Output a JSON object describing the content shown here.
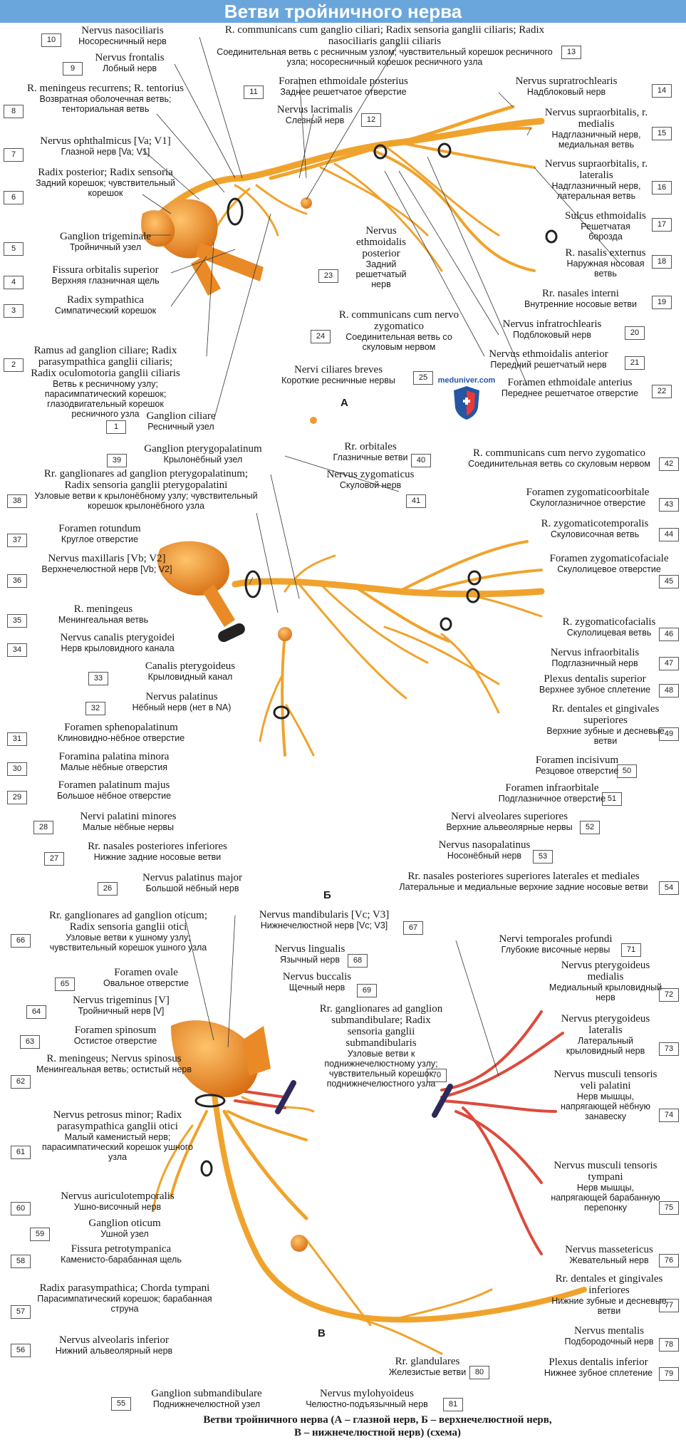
{
  "title": "Ветви тройничного нерва",
  "logo_text": "meduniver.com",
  "sections": {
    "a": "А",
    "b": "Б",
    "v": "В"
  },
  "caption": {
    "line1": "Ветви тройничного нерва (А – глазной нерв, Б – верхнечелюстной нерв,",
    "line2": "В – нижнечелюстной нерв) (схема)"
  },
  "colors": {
    "nerve": "#f0a32c",
    "muscle_nerve": "#dd4a3c",
    "header": "#6aa6dc",
    "ganglion": "#f29a2e"
  },
  "labels": [
    {
      "n": "1",
      "lat": "Ganglion ciliare",
      "ru": "Ресничный узел"
    },
    {
      "n": "2",
      "lat": "Ramus ad ganglion ciliare; Radix parasympathica ganglii ciliaris; Radix oculomotoria ganglii ciliaris",
      "ru": "Ветвь к ресничному узлу; парасимпатический корешок; глазодвигательный корешок ресничного узла"
    },
    {
      "n": "3",
      "lat": "Radix sympathica",
      "ru": "Симпатический корешок"
    },
    {
      "n": "4",
      "lat": "Fissura orbitalis superior",
      "ru": "Верхняя глазничная щель"
    },
    {
      "n": "5",
      "lat": "Ganglion trigeminale",
      "ru": "Тройничный узел"
    },
    {
      "n": "6",
      "lat": "Radix posterior; Radix sensoria",
      "ru": "Задний корешок; чувствительный корешок"
    },
    {
      "n": "7",
      "lat": "Nervus ophthalmicus [Va; V1]",
      "ru": "Глазной нерв [Va; V1]"
    },
    {
      "n": "8",
      "lat": "R. meningeus recurrens; R. tentorius",
      "ru": "Возвратная оболочечная ветвь; тенториальная ветвь"
    },
    {
      "n": "9",
      "lat": "Nervus frontalis",
      "ru": "Лобный нерв"
    },
    {
      "n": "10",
      "lat": "Nervus nasociliaris",
      "ru": "Носоресничный нерв"
    },
    {
      "n": "11",
      "lat": "Foramen ethmoidale posterius",
      "ru": "Заднее решетчатое отверстие"
    },
    {
      "n": "12",
      "lat": "Nervus lacrimalis",
      "ru": "Слезный нерв"
    },
    {
      "n": "13",
      "lat": "R. communicans cum ganglio ciliari; Radix sensoria ganglii ciliaris; Radix nasociliaris ganglii ciliaris",
      "ru": "Соединительная ветвь с ресничным узлом; чувствительный корешок ресничного узла; носоресничный корешок ресничного узла"
    },
    {
      "n": "14",
      "lat": "Nervus supratrochlearis",
      "ru": "Надблоковый нерв"
    },
    {
      "n": "15",
      "lat": "Nervus supraorbitalis, r. medialis",
      "ru": "Надглазничный нерв, медиальная ветвь"
    },
    {
      "n": "16",
      "lat": "Nervus supraorbitalis, r. lateralis",
      "ru": "Надглазничный нерв, латеральная ветвь"
    },
    {
      "n": "17",
      "lat": "Sulcus ethmoidalis",
      "ru": "Решетчатая борозда"
    },
    {
      "n": "18",
      "lat": "R. nasalis externus",
      "ru": "Наружная носовая ветвь"
    },
    {
      "n": "19",
      "lat": "Rr. nasales interni",
      "ru": "Внутренние носовые ветви"
    },
    {
      "n": "20",
      "lat": "Nervus infratrochlearis",
      "ru": "Подблоковый нерв"
    },
    {
      "n": "21",
      "lat": "Nervus ethmoidalis anterior",
      "ru": "Передний решетчатый нерв"
    },
    {
      "n": "22",
      "lat": "Foramen ethmoidale anterius",
      "ru": "Переднее решетчатое отверстие"
    },
    {
      "n": "23",
      "lat": "Nervus ethmoidalis posterior",
      "ru": "Задний решетчатый нерв"
    },
    {
      "n": "24",
      "lat": "R. communicans cum nervo zygomatico",
      "ru": "Соединительная ветвь со скуловым нервом"
    },
    {
      "n": "25",
      "lat": "Nervi ciliares breves",
      "ru": "Короткие ресничные нервы"
    },
    {
      "n": "26",
      "lat": "Nervus palatinus major",
      "ru": "Большой нёбный нерв"
    },
    {
      "n": "27",
      "lat": "Rr. nasales posteriores inferiores",
      "ru": "Нижние задние носовые ветви"
    },
    {
      "n": "28",
      "lat": "Nervi palatini minores",
      "ru": "Малые нёбные нервы"
    },
    {
      "n": "29",
      "lat": "Foramen palatinum majus",
      "ru": "Большое нёбное отверстие"
    },
    {
      "n": "30",
      "lat": "Foramina palatina minora",
      "ru": "Малые нёбные отверстия"
    },
    {
      "n": "31",
      "lat": "Foramen sphenopalatinum",
      "ru": "Клиновидно-нёбное отверстие"
    },
    {
      "n": "32",
      "lat": "Nervus palatinus",
      "ru": "Нёбный нерв (нет в NA)"
    },
    {
      "n": "33",
      "lat": "Canalis pterygoideus",
      "ru": "Крыловидный канал"
    },
    {
      "n": "34",
      "lat": "Nervus canalis pterygoidei",
      "ru": "Нерв крыловидного канала"
    },
    {
      "n": "35",
      "lat": "R. meningeus",
      "ru": "Менингеальная ветвь"
    },
    {
      "n": "36",
      "lat": "Nervus maxillaris [Vb; V2]",
      "ru": "Верхнечелюстной нерв [Vb; V2]"
    },
    {
      "n": "37",
      "lat": "Foramen rotundum",
      "ru": "Круглое отверстие"
    },
    {
      "n": "38",
      "lat": "Rr. ganglionares ad ganglion pterygopalatinum; Radix sensoria ganglii pterygopalatini",
      "ru": "Узловые ветви к крылонёбному узлу; чувствительный корешок крылонёбного узла"
    },
    {
      "n": "39",
      "lat": "Ganglion pterygopalatinum",
      "ru": "Крылонёбный узел"
    },
    {
      "n": "40",
      "lat": "Rr. orbitales",
      "ru": "Глазничные ветви"
    },
    {
      "n": "41",
      "lat": "Nervus zygomaticus",
      "ru": "Скуловой нерв"
    },
    {
      "n": "42",
      "lat": "R. communicans cum nervo zygomatico",
      "ru": "Соединительная ветвь со скуловым нервом"
    },
    {
      "n": "43",
      "lat": "Foramen zygomaticoorbitale",
      "ru": "Скулоглазничное отверстие"
    },
    {
      "n": "44",
      "lat": "R. zygomaticotemporalis",
      "ru": "Скуловисочная ветвь"
    },
    {
      "n": "45",
      "lat": "Foramen zygomaticofaciale",
      "ru": "Скулолицевое отверстие"
    },
    {
      "n": "46",
      "lat": "R. zygomaticofacialis",
      "ru": "Скулолицевая ветвь"
    },
    {
      "n": "47",
      "lat": "Nervus infraorbitalis",
      "ru": "Подглазничный нерв"
    },
    {
      "n": "48",
      "lat": "Plexus dentalis superior",
      "ru": "Верхнее зубное сплетение"
    },
    {
      "n": "49",
      "lat": "Rr. dentales et gingivales superiores",
      "ru": "Верхние зубные и десневые ветви"
    },
    {
      "n": "50",
      "lat": "Foramen incisivum",
      "ru": "Резцовое отверстие"
    },
    {
      "n": "51",
      "lat": "Foramen infraorbitale",
      "ru": "Подглазничное отверстие"
    },
    {
      "n": "52",
      "lat": "Nervi alveolares superiores",
      "ru": "Верхние альвеолярные нервы"
    },
    {
      "n": "53",
      "lat": "Nervus nasopalatinus",
      "ru": "Носонёбный нерв"
    },
    {
      "n": "54",
      "lat": "Rr. nasales posteriores superiores laterales et mediales",
      "ru": "Латеральные и медиальные верхние задние носовые ветви"
    },
    {
      "n": "55",
      "lat": "Ganglion submandibulare",
      "ru": "Поднижнечелюстной узел"
    },
    {
      "n": "56",
      "lat": "Nervus alveolaris inferior",
      "ru": "Нижний альвеолярный нерв"
    },
    {
      "n": "57",
      "lat": "Radix parasympathica; Chorda tympani",
      "ru": "Парасимпатический корешок; барабанная струна"
    },
    {
      "n": "58",
      "lat": "Fissura petrotympanica",
      "ru": "Каменисто-барабанная щель"
    },
    {
      "n": "59",
      "lat": "Ganglion oticum",
      "ru": "Ушной узел"
    },
    {
      "n": "60",
      "lat": "Nervus auriculotemporalis",
      "ru": "Ушно-височный нерв"
    },
    {
      "n": "61",
      "lat": "Nervus petrosus minor; Radix parasympathica ganglii otici",
      "ru": "Малый каменистый нерв; парасимпатический корешок ушного узла"
    },
    {
      "n": "62",
      "lat": "R. meningeus; Nervus spinosus",
      "ru": "Менингеальная ветвь; остистый нерв"
    },
    {
      "n": "63",
      "lat": "Foramen spinosum",
      "ru": "Остистое отверстие"
    },
    {
      "n": "64",
      "lat": "Nervus trigeminus [V]",
      "ru": "Тройничный нерв [V]"
    },
    {
      "n": "65",
      "lat": "Foramen ovale",
      "ru": "Овальное отверстие"
    },
    {
      "n": "66",
      "lat": "Rr. ganglionares ad ganglion oticum; Radix sensoria ganglii otici",
      "ru": "Узловые ветви к ушному узлу; чувствительный корешок ушного узла"
    },
    {
      "n": "67",
      "lat": "Nervus mandibularis [Vc; V3]",
      "ru": "Нижнечелюстной нерв [Vc; V3]"
    },
    {
      "n": "68",
      "lat": "Nervus lingualis",
      "ru": "Язычный нерв"
    },
    {
      "n": "69",
      "lat": "Nervus buccalis",
      "ru": "Щечный нерв"
    },
    {
      "n": "70",
      "lat": "Rr. ganglionares ad ganglion submandibulare; Radix sensoria ganglii submandibularis",
      "ru": "Узловые ветви к поднижнечелюстному узлу; чувствительный корешок поднижнечелюстного узла"
    },
    {
      "n": "71",
      "lat": "Nervi temporales profundi",
      "ru": "Глубокие височные нервы"
    },
    {
      "n": "72",
      "lat": "Nervus pterygoideus medialis",
      "ru": "Медиальный крыловидный нерв"
    },
    {
      "n": "73",
      "lat": "Nervus pterygoideus lateralis",
      "ru": "Латеральный крыловидный нерв"
    },
    {
      "n": "74",
      "lat": "Nervus musculi tensoris veli palatini",
      "ru": "Нерв мышцы, напрягающей нёбную занавеску"
    },
    {
      "n": "75",
      "lat": "Nervus musculi tensoris tympani",
      "ru": "Нерв мышцы, напрягающей барабанную перепонку"
    },
    {
      "n": "76",
      "lat": "Nervus massetericus",
      "ru": "Жевательный нерв"
    },
    {
      "n": "77",
      "lat": "Rr. dentales et gingivales inferiores",
      "ru": "Нижние зубные и десневые ветви"
    },
    {
      "n": "78",
      "lat": "Nervus mentalis",
      "ru": "Подбородочный нерв"
    },
    {
      "n": "79",
      "lat": "Plexus dentalis inferior",
      "ru": "Нижнее зубное сплетение"
    },
    {
      "n": "80",
      "lat": "Rr. glandulares",
      "ru": "Железистые ветви"
    },
    {
      "n": "81",
      "lat": "Nervus mylohyoideus",
      "ru": "Челюстно-подъязычный нерв"
    }
  ]
}
